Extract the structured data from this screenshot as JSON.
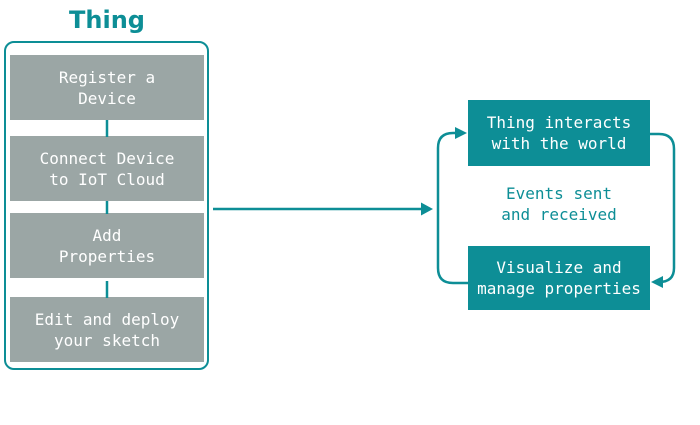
{
  "title": "Thing",
  "colors": {
    "teal": "#0d8e96",
    "gray_box": "#9ba6a5",
    "box_text": "#ffffff",
    "background": "#ffffff"
  },
  "left_panel": {
    "steps": [
      {
        "label": "Register a\nDevice"
      },
      {
        "label": "Connect Device\nto IoT Cloud"
      },
      {
        "label": "Add\nProperties"
      },
      {
        "label": "Edit and deploy\nyour sketch"
      }
    ]
  },
  "cycle": {
    "top_box": "Thing interacts\nwith the world",
    "middle_text": "Events sent\nand received",
    "bottom_box": "Visualize and\nmanage properties"
  }
}
